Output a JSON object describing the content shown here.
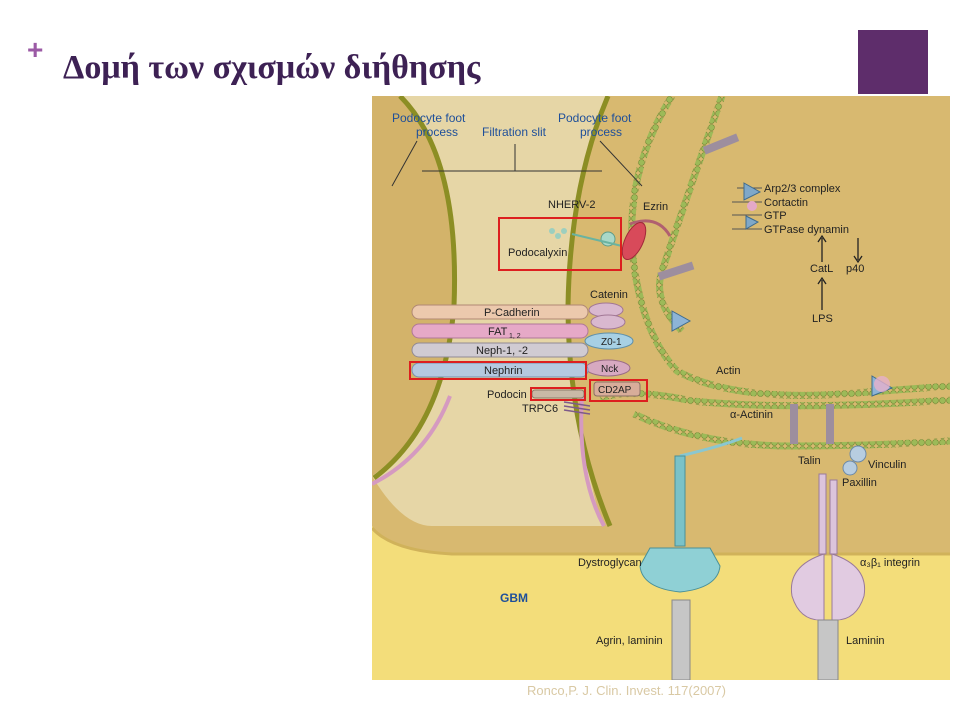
{
  "slide": {
    "plus": "+",
    "title": "Δομή των σχισμών διήθησης",
    "citation": "Ronco,P. J. Clin. Invest. 117(2007)",
    "colors": {
      "accent": "#5e2d6b",
      "title": "#3d2154",
      "plus": "#9b5aa5",
      "highlight": "#dd1f1f"
    }
  },
  "diagram": {
    "labels": {
      "foot_left_1": "Podocyte foot",
      "foot_left_2": "process",
      "filtration_slit": "Filtration slit",
      "foot_right_1": "Podocyte foot",
      "foot_right_2": "process",
      "nherv": "NHERV-2",
      "ezrin": "Ezrin",
      "podocalyxin": "Podocalyxin",
      "catenin": "Catenin",
      "p_cadherin": "P-Cadherin",
      "fat": "FAT",
      "fat_sub": "1, 2",
      "neph": "Neph-1, -2",
      "nephrin": "Nephrin",
      "podocin": "Podocin",
      "trpc6": "TRPC6",
      "zo1": "Z0-1",
      "nck": "Nck",
      "cd2ap": "CD2AP",
      "arp": "Arp2/3 complex",
      "cortactin": "Cortactin",
      "gtp": "GTP",
      "gtpase": "GTPase dynamin",
      "catl": "CatL",
      "p40": "p40",
      "lps": "LPS",
      "actin": "Actin",
      "alpha_actinin": "α-Actinin",
      "talin": "Talin",
      "vinculin": "Vinculin",
      "paxillin": "Paxillin",
      "dystroglycan": "Dystroglycan",
      "integrin": "α₃β₁ integrin",
      "gbm": "GBM",
      "agrin": "Agrin, laminin",
      "laminin": "Laminin"
    }
  }
}
